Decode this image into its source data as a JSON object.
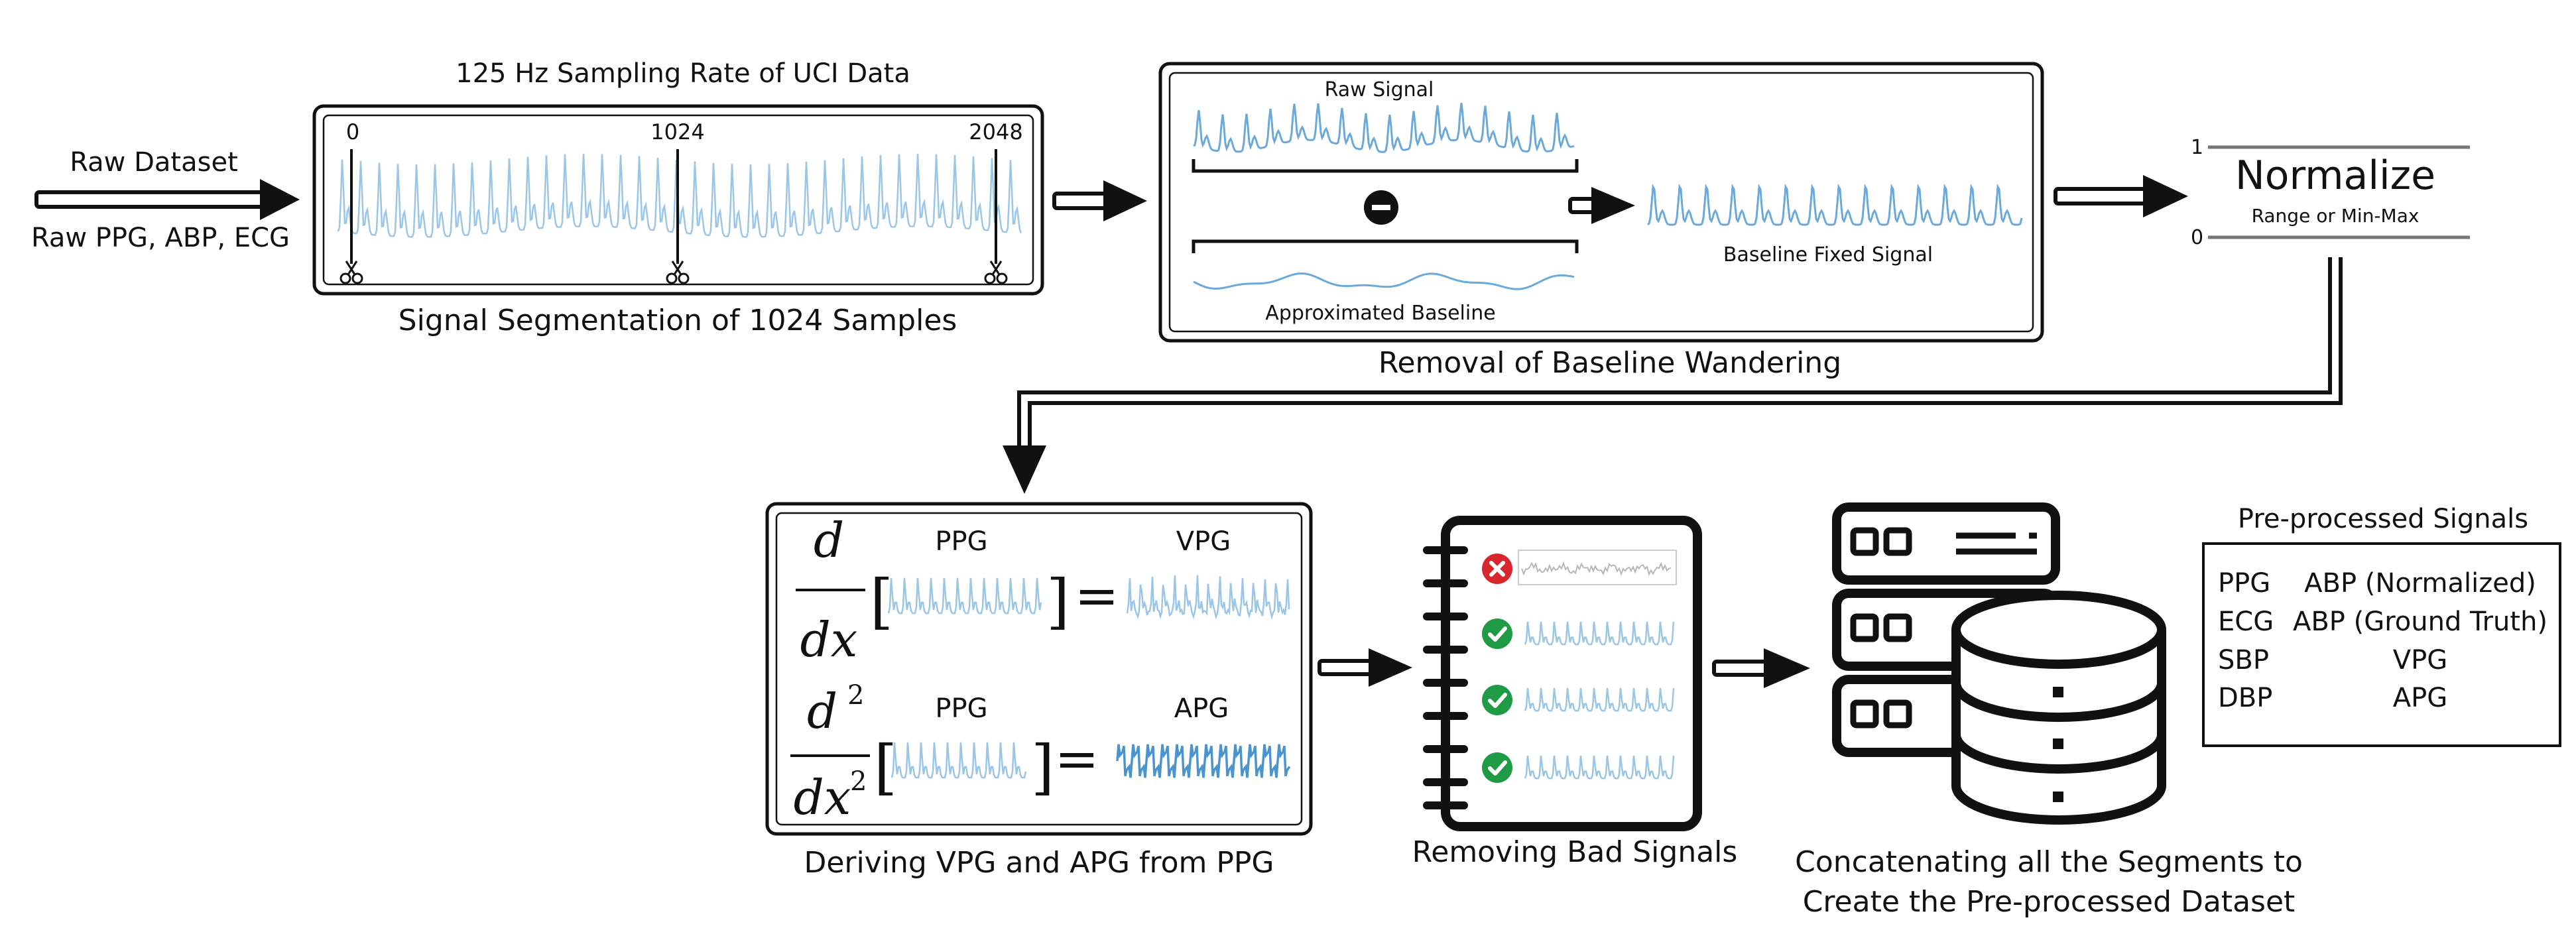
{
  "raw_input": {
    "title": "Raw Dataset",
    "signals": "Raw PPG, ABP, ECG"
  },
  "segmentation": {
    "top_label": "125 Hz Sampling Rate of UCI Data",
    "ticks": [
      "0",
      "1024",
      "2048"
    ],
    "caption": "Signal Segmentation of 1024 Samples"
  },
  "baseline": {
    "raw_label": "Raw Signal",
    "baseline_label": "Approximated Baseline",
    "fixed_label": "Baseline Fixed Signal",
    "caption": "Removal of Baseline Wandering"
  },
  "normalize": {
    "title": "Normalize",
    "subtitle": "Range or Min-Max",
    "max_label": "1",
    "min_label": "0"
  },
  "derivation": {
    "ppg_label_1": "PPG",
    "vpg_label": "VPG",
    "ppg_label_2": "PPG",
    "apg_label": "APG",
    "d1_numerator": "d",
    "d1_denominator": "dx",
    "d2_numerator": "d",
    "d2_sup": "2",
    "d2_denominator": "dx",
    "d2_den_sup": "2",
    "equals": "=",
    "caption": "Deriving VPG and APG from PPG"
  },
  "removal": {
    "caption": "Removing Bad Signals",
    "rows": [
      {
        "status": "bad",
        "icon": "x-circle-icon"
      },
      {
        "status": "good",
        "icon": "check-circle-icon"
      },
      {
        "status": "good",
        "icon": "check-circle-icon"
      },
      {
        "status": "good",
        "icon": "check-circle-icon"
      }
    ]
  },
  "concatenate": {
    "caption_line1": "Concatenating all the Segments to",
    "caption_line2": "Create the Pre-processed Dataset"
  },
  "output": {
    "title": "Pre-processed Signals",
    "rows": [
      [
        "PPG",
        "ABP (Normalized)"
      ],
      [
        "ECG",
        "ABP (Ground Truth)"
      ],
      [
        "SBP",
        "VPG"
      ],
      [
        "DBP",
        "APG"
      ]
    ]
  },
  "colors": {
    "wave": "#6aa9d9",
    "bad": "#d9262c",
    "good": "#1f9a45",
    "ink": "#111111"
  }
}
